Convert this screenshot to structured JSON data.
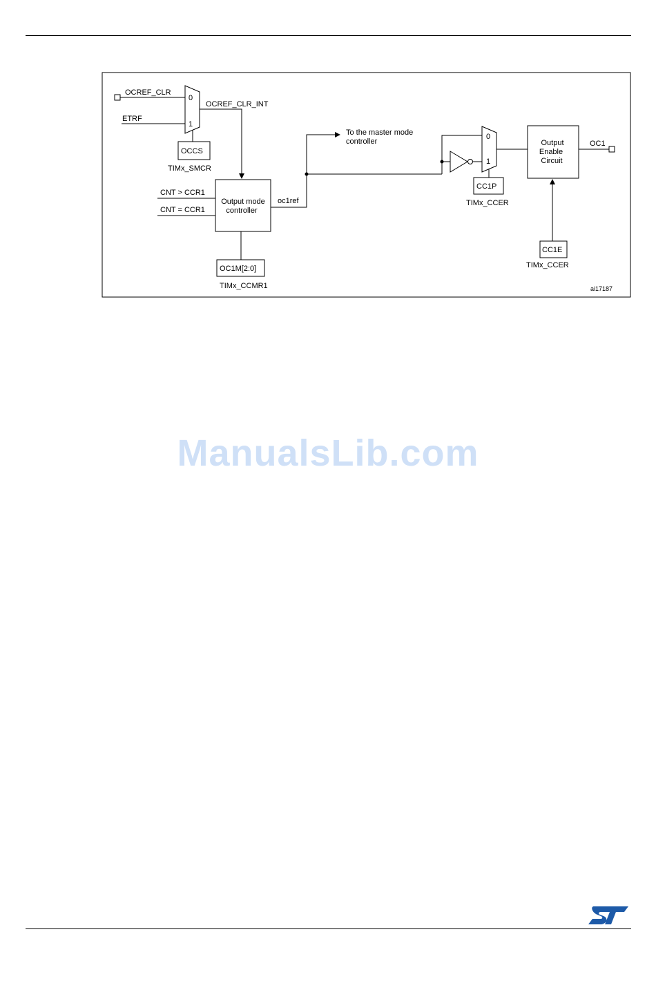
{
  "diagram": {
    "inputs": {
      "ocref_clr": "OCREF_CLR",
      "etrf": "ETRF",
      "cnt_gt": "CNT > CCR1",
      "cnt_eq": "CNT = CCR1"
    },
    "mux1": {
      "in0": "0",
      "in1": "1"
    },
    "mux2": {
      "in0": "0",
      "in1": "1"
    },
    "signals": {
      "ocref_clr_int": "OCREF_CLR_INT",
      "oc1ref": "oc1ref",
      "master_line1": "To the master mode",
      "master_line2": "controller",
      "oc1": "OC1"
    },
    "blocks": {
      "output_mode_line1": "Output mode",
      "output_mode_line2": "controller",
      "output_enable_line1": "Output",
      "output_enable_line2": "Enable",
      "output_enable_line3": "Circuit"
    },
    "registers": {
      "occs": "OCCS",
      "smcr": "TIMx_SMCR",
      "oc1m": "OC1M[2:0]",
      "ccmr1": "TIMx_CCMR1",
      "cc1p": "CC1P",
      "ccer_p": "TIMx_CCER",
      "cc1e": "CC1E",
      "ccer_e": "TIMx_CCER"
    },
    "figure_id": "ai17187"
  },
  "watermark": "ManualsLib.com",
  "logo": {
    "text": "ST",
    "color": "#1d5aa8",
    "icon": "st-logo-icon"
  }
}
